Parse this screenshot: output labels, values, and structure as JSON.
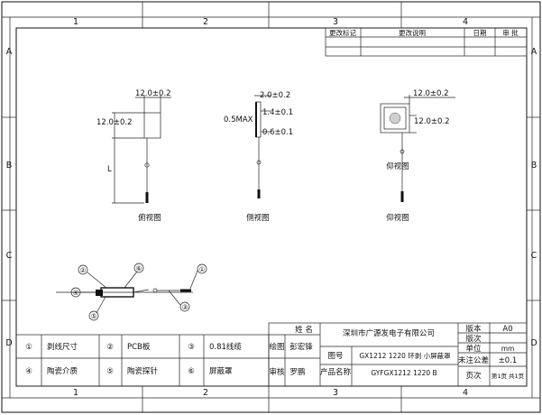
{
  "zones": {
    "columns": [
      "1",
      "2",
      "3",
      "4"
    ],
    "rows": [
      "A",
      "B",
      "C",
      "D"
    ]
  },
  "revision_table": {
    "headers": [
      "更改标记",
      "更改说明",
      "日期",
      "审 批"
    ]
  },
  "views": {
    "top": {
      "label": "俯视图",
      "dims": [
        "12.0±0.2",
        "12.0±0.2"
      ],
      "lead_label": "L"
    },
    "side": {
      "label": "侧视图",
      "dims": [
        "2.0±0.2",
        "1.4±0.1",
        "0.6±0.1",
        "0.5MAX"
      ]
    },
    "bottom": {
      "label": "仰视图",
      "dims": [
        "12.0±0.2",
        "12.0±0.2"
      ]
    }
  },
  "callouts": [
    "①",
    "②",
    "③",
    "④",
    "⑤",
    "⑥"
  ],
  "legend": [
    {
      "num": "①",
      "text": "剥线尺寸"
    },
    {
      "num": "②",
      "text": "PCB板"
    },
    {
      "num": "③",
      "text": "0.81线缆"
    },
    {
      "num": "④",
      "text": "陶瓷介质"
    },
    {
      "num": "⑤",
      "text": "陶瓷探针"
    },
    {
      "num": "⑥",
      "text": "屏蔽罩"
    }
  ],
  "title_block": {
    "name_header": "姓 名",
    "company": "深圳市广源发电子有限公司",
    "draw_label": "绘图",
    "draw_name": "彭宏锋",
    "review_label": "审核",
    "review_name": "罗鹏",
    "drawing_no_label": "图号",
    "drawing_no": "GX1212 1220 环剥 小屏蔽罩",
    "product_label": "产品名称",
    "product_name": "GYFGX1212 1220 B",
    "version_label": "版本",
    "version": "A0",
    "revision_label": "版次",
    "unit_label": "单位",
    "unit": "mm",
    "tolerance_label": "未注公差",
    "tolerance": "±0.1",
    "page_label": "页次",
    "page_value": "第1页 共1页"
  }
}
